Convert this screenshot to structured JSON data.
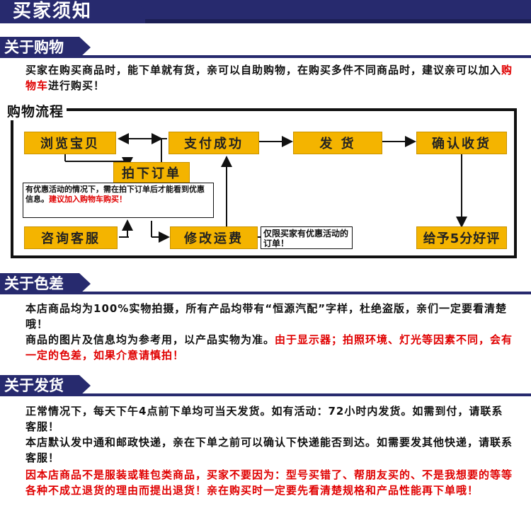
{
  "header": {
    "title": "买家须知"
  },
  "sections": {
    "shopping": {
      "title": "关于购物",
      "text_pre": "买家在购买商品时，能下单就有货，亲可以自助购物，在购买多件不同商品时，建议亲可以加入",
      "text_red": "购物车",
      "text_post": "进行购买！"
    },
    "flow": {
      "title": "购物流程",
      "browse": "浏览宝贝",
      "order": "拍下订单",
      "pay": "支付成功",
      "ship": "发 货",
      "confirm": "确认收货",
      "consult": "咨询客服",
      "modify": "修改运费",
      "review": "给予5分好评",
      "note1_black": "有优惠活动的情况下，需在拍下订单后才能看到优惠信息。",
      "note1_red": "建议加入购物车购买！",
      "note2": "仅限买家有优惠活动的订单！"
    },
    "color": {
      "title": "关于色差",
      "p1": "本店商品均为100%实物拍摄，所有产品均带有“恒源汽配”字样，杜绝盗版，亲们一定要看清楚哦！",
      "p2_black": "商品的图片及信息均为参考用，以产品实物为准。",
      "p2_red": "由于显示器；拍照环境、灯光等因素不同，会有一定的色差，如果介意请慎拍！"
    },
    "shipping": {
      "title": "关于发货",
      "p1": "正常情况下，每天下午4点前下单均可当天发货。如有活动：72小时内发货。如需到付，请联系客服！",
      "p2": "本店默认发中通和邮政快递，亲在下单之前可以确认下快递能否到达。如需要发其他快递，请联系客服！",
      "p3": "因本店商品不是服装或鞋包类商品，买家不要因为：型号买错了、帮朋友买的、不是我想要的等等各种不成立退货的理由而提出退货！亲在购买时一定要先看清楚规格和产品性能再下单哦！"
    }
  },
  "colors": {
    "navy": "#272a6e",
    "gold": "#f4b400",
    "red": "#e00000"
  }
}
